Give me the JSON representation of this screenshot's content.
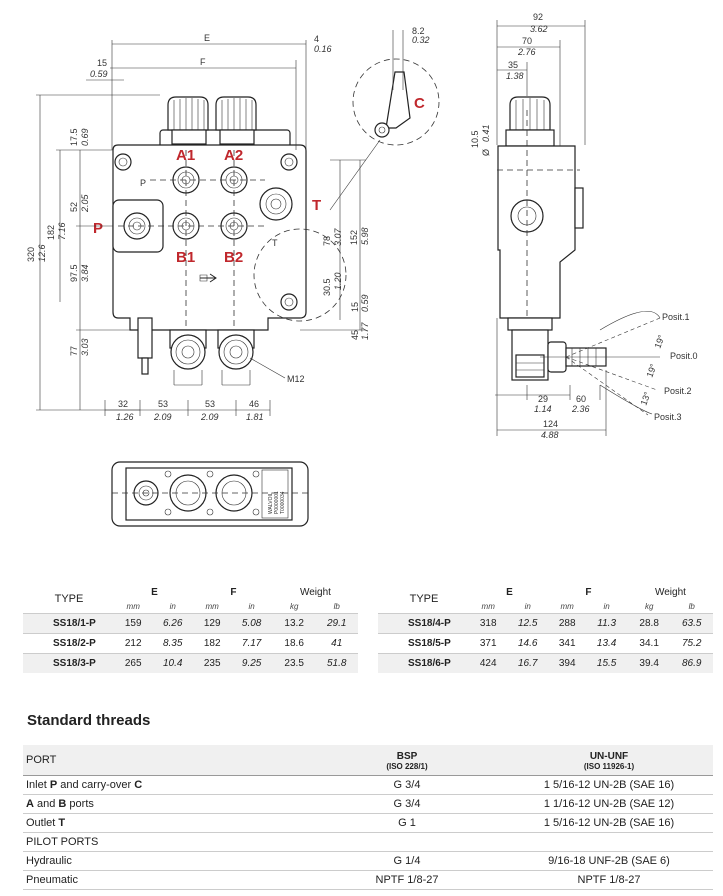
{
  "drawing": {
    "port_labels": {
      "a1": "A1",
      "a2": "A2",
      "b1": "B1",
      "b2": "B2",
      "p": "P",
      "t": "T",
      "c": "C"
    },
    "dims": {
      "e": "E",
      "f": "F",
      "d4": "4",
      "d016": "0.16",
      "d82": "8.2",
      "d032": "0.32",
      "d15": "15",
      "d059": "0.59",
      "d175": "17.5",
      "d069": "0.69",
      "d52": "52",
      "d205": "2.05",
      "d182": "182",
      "d716": "7.16",
      "d320": "320",
      "d126": "12.6",
      "d975": "97.5",
      "d384": "3.84",
      "d77": "77",
      "d303": "3.03",
      "d32": "32",
      "d126b": "1.26",
      "d53a": "53",
      "d209a": "2.09",
      "d53b": "53",
      "d209b": "2.09",
      "d46": "46",
      "d181": "1.81",
      "m12": "M12",
      "d152": "152",
      "d598": "5.98",
      "d78": "78",
      "d307": "3.07",
      "d305": "30.5",
      "d120": "1.20",
      "d15b": "15",
      "d059b": "0.59",
      "d45": "45",
      "d177": "1.77",
      "d92": "92",
      "d362": "3.62",
      "d70": "70",
      "d276": "2.76",
      "d35": "35",
      "d138": "1.38",
      "d105": "10.5",
      "d041": "0.41",
      "d29": "29",
      "d114": "1.14",
      "d60": "60",
      "d236": "2.36",
      "d124": "124",
      "d488": "4.88",
      "ang19a": "19°",
      "ang19b": "19°",
      "ang13": "13°",
      "pos1": "Posit.1",
      "pos0": "Posit.0",
      "pos2": "Posit.2",
      "pos3": "Posit.3",
      "phi": "Ø"
    },
    "plate": [
      "WALVOIL",
      "P0000001",
      "T0000034"
    ]
  },
  "type_table_left": {
    "head": {
      "type": "TYPE",
      "e": "E",
      "f": "F",
      "weight": "Weight"
    },
    "units": [
      "mm",
      "in",
      "mm",
      "in",
      "kg",
      "lb"
    ],
    "rows": [
      {
        "type": "SS18/1-P",
        "e_mm": "159",
        "e_in": "6.26",
        "f_mm": "129",
        "f_in": "5.08",
        "kg": "13.2",
        "lb": "29.1"
      },
      {
        "type": "SS18/2-P",
        "e_mm": "212",
        "e_in": "8.35",
        "f_mm": "182",
        "f_in": "7.17",
        "kg": "18.6",
        "lb": "41"
      },
      {
        "type": "SS18/3-P",
        "e_mm": "265",
        "e_in": "10.4",
        "f_mm": "235",
        "f_in": "9.25",
        "kg": "23.5",
        "lb": "51.8"
      }
    ]
  },
  "type_table_right": {
    "head": {
      "type": "TYPE",
      "e": "E",
      "f": "F",
      "weight": "Weight"
    },
    "units": [
      "mm",
      "in",
      "mm",
      "in",
      "kg",
      "lb"
    ],
    "rows": [
      {
        "type": "SS18/4-P",
        "e_mm": "318",
        "e_in": "12.5",
        "f_mm": "288",
        "f_in": "11.3",
        "kg": "28.8",
        "lb": "63.5"
      },
      {
        "type": "SS18/5-P",
        "e_mm": "371",
        "e_in": "14.6",
        "f_mm": "341",
        "f_in": "13.4",
        "kg": "34.1",
        "lb": "75.2"
      },
      {
        "type": "SS18/6-P",
        "e_mm": "424",
        "e_in": "16.7",
        "f_mm": "394",
        "f_in": "15.5",
        "kg": "39.4",
        "lb": "86.9"
      }
    ]
  },
  "threads": {
    "title": "Standard threads",
    "head": {
      "port": "PORT",
      "bsp": "BSP",
      "bsp_std": "(ISO 228/1)",
      "un": "UN-UNF",
      "un_std": "(ISO 11926-1)"
    },
    "rows": [
      {
        "pre": "Inlet ",
        "b1": "P",
        "mid": " and carry-over ",
        "b2": "C",
        "bsp": "G 3/4",
        "un": "1 5/16-12 UN-2B (SAE 16)"
      },
      {
        "pre": "",
        "b1": "A",
        "mid": " and ",
        "b2": "B",
        "post": " ports",
        "bsp": "G 3/4",
        "un": "1 1/16-12 UN-2B (SAE 12)"
      },
      {
        "pre": "Outlet ",
        "b1": "T",
        "mid": "",
        "b2": "",
        "bsp": "G 1",
        "un": "1 5/16-12 UN-2B (SAE 16)"
      },
      {
        "section": "PILOT PORTS"
      },
      {
        "pre": "Hydraulic",
        "b1": "",
        "mid": "",
        "b2": "",
        "bsp": "G 1/4",
        "un": "9/16-18 UNF-2B (SAE 6)"
      },
      {
        "pre": "Pneumatic",
        "b1": "",
        "mid": "",
        "b2": "",
        "bsp": "NPTF 1/8-27",
        "un": "NPTF 1/8-27"
      }
    ]
  }
}
